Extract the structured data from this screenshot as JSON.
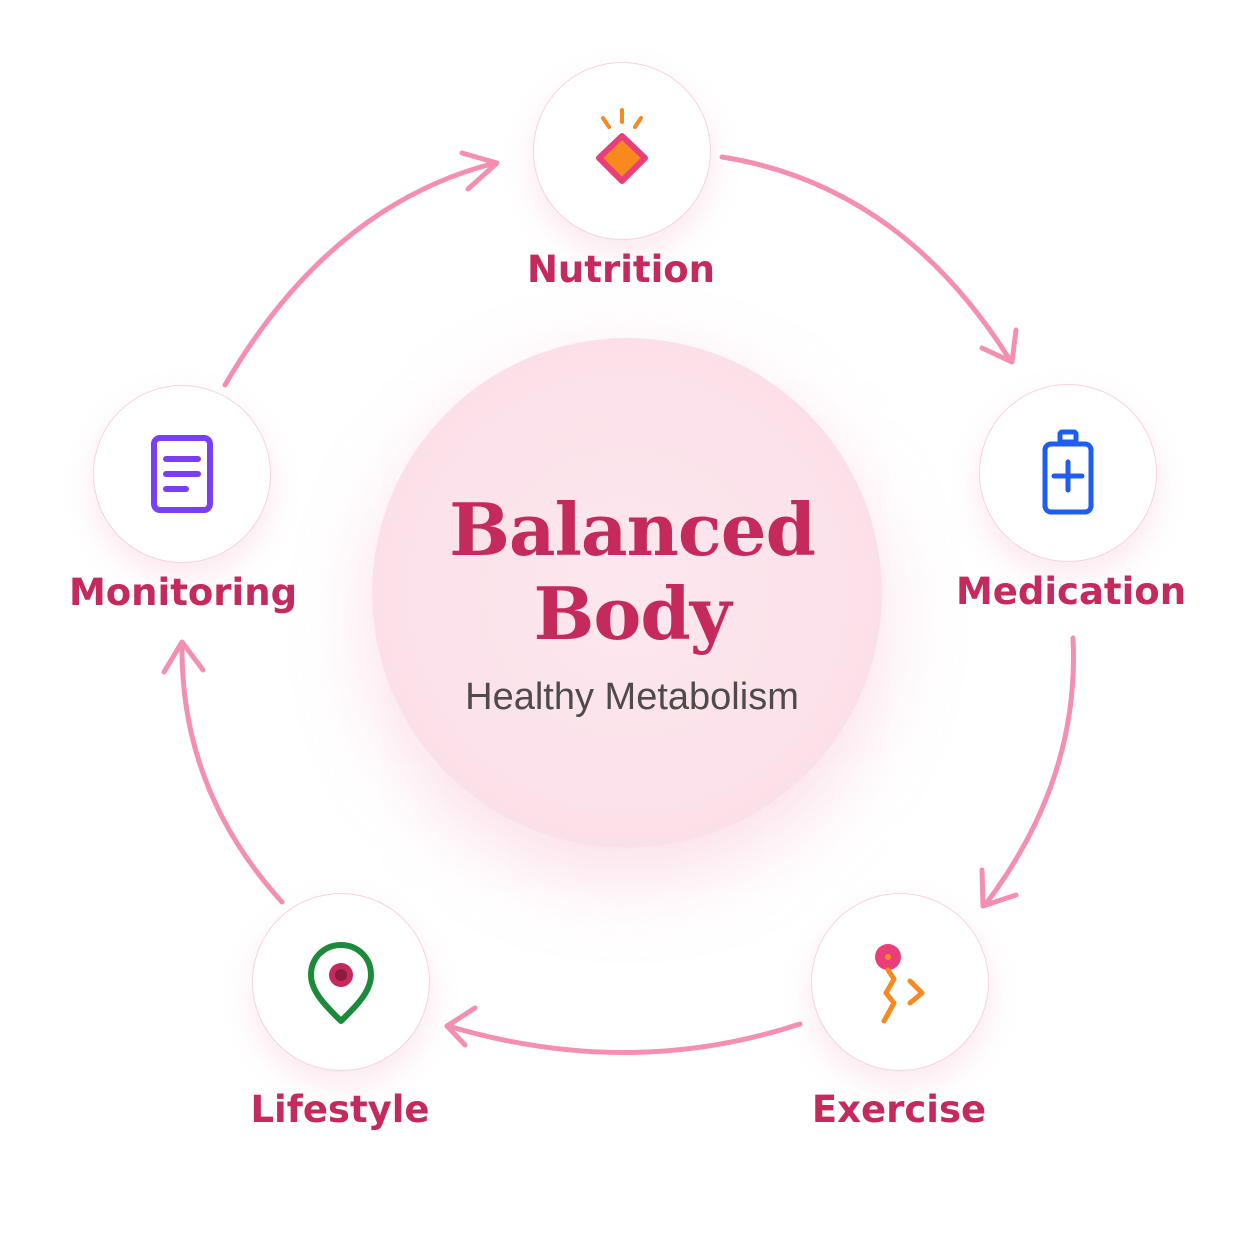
{
  "center": {
    "title_line1": "Balanced",
    "title_line2": "Body",
    "subtitle": "Healthy Metabolism"
  },
  "nodes": [
    {
      "id": "nutrition",
      "label": "Nutrition",
      "icon": "nutrition-diamond-icon"
    },
    {
      "id": "medication",
      "label": "Medication",
      "icon": "medicine-bottle-icon"
    },
    {
      "id": "exercise",
      "label": "Exercise",
      "icon": "running-person-icon"
    },
    {
      "id": "lifestyle",
      "label": "Lifestyle",
      "icon": "location-pin-icon"
    },
    {
      "id": "monitoring",
      "label": "Monitoring",
      "icon": "document-list-icon"
    }
  ],
  "flow": [
    "Nutrition",
    "Medication",
    "Exercise",
    "Lifestyle",
    "Monitoring",
    "Nutrition"
  ],
  "colors": {
    "label": "#c42a5b",
    "arrow": "#f48fb1",
    "center_fill": "#fce4ec",
    "nutrition_icon": "#f7891f",
    "medication_icon": "#1e5cf2",
    "exercise_icon": "#f7891f",
    "lifestyle_icon": "#1b8a3a",
    "monitoring_icon": "#7a3ff2"
  }
}
